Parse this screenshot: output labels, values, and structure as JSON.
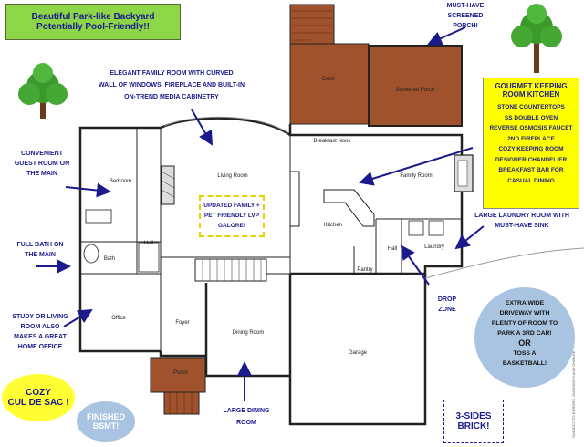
{
  "banner": {
    "line1": "Beautiful Park-like Backyard",
    "line2": "Potentially Pool-Friendly!!",
    "bg": "#8cd647"
  },
  "callouts": {
    "screened_porch_line1": "MUST-HAVE",
    "screened_porch_line2": "SCREENED",
    "screened_porch_line3": "PORCH!",
    "family_room_line1": "ELEGANT FAMILY ROOM WITH CURVED",
    "family_room_line2": "WALL OF WINDOWS, FIREPLACE AND BUILT-IN",
    "family_room_line3": "ON-TREND MEDIA CABINETRY",
    "guest_line1": "CONVENIENT",
    "guest_line2": "GUEST ROOM ON",
    "guest_line3": "THE MAIN",
    "bath_line1": "FULL BATH ON",
    "bath_line2": "THE MAIN",
    "study_line1": "STUDY OR LIVING",
    "study_line2": "ROOM ALSO",
    "study_line3": "MAKES A GREAT",
    "study_line4": "HOME OFFICE",
    "laundry_line1": "LARGE LAUNDRY ROOM WITH",
    "laundry_line2": "MUST-HAVE SINK",
    "drop_zone_line1": "DROP",
    "drop_zone_line2": "ZONE",
    "dining_line1": "LARGE DINING",
    "dining_line2": "ROOM"
  },
  "kitchen_box": {
    "title1": "GOURMET KEEPING",
    "title2": "ROOM KITCHEN",
    "features": [
      "STONE COUNTERTOPS",
      "SS DOUBLE OVEN",
      "REVERSE OSMOSIS FAUCET",
      "2ND FIREPLACE",
      "COZY KEEPING ROOM",
      "DESIGNER CHANDELIER",
      "BREAKFAST BAR FOR",
      "CASUAL DINING"
    ],
    "bg": "#ffff00"
  },
  "lvp_note": {
    "line1": "UPDATED FAMILY +",
    "line2": "PET FRIENDLY LVP",
    "line3": "GALORE!"
  },
  "driveway_circle": {
    "line1": "EXTRA WIDE",
    "line2": "DRIVEWAY WITH",
    "line3": "PLENTY OF ROOM TO",
    "line4": "PARK A 3RD CAR!",
    "line5": "OR",
    "line6": "TOSS A",
    "line7": "BASKETBALL!",
    "bg": "#a9c4e0"
  },
  "cul_de_sac": {
    "line1": "COZY",
    "line2": "CUL DE SAC !",
    "bg": "#ffff33"
  },
  "bsmt": {
    "line1": "FINISHED",
    "line2": "BSMT!",
    "bg": "#a9c4e0"
  },
  "brick": {
    "line1": "3-SIDES",
    "line2": "BRICK!"
  },
  "disclaimer": "SUBJECT TO ERRORS, OMISSIONS AND CHANGE",
  "rooms": {
    "deck": "Deck",
    "screened_porch": "Screened Porch",
    "breakfast_nook": "Breakfast Nook",
    "bedroom": "Bedroom",
    "living_room": "Living Room",
    "family_room": "Family Room",
    "kitchen": "Kitchen",
    "hall_left": "Hall",
    "bath": "Bath",
    "hall_right": "Hall",
    "laundry": "Laundry",
    "pantry": "Pantry",
    "office": "Office",
    "foyer": "Foyer",
    "dining_room": "Dining Room",
    "garage": "Garage",
    "porch": "Porch"
  },
  "colors": {
    "deck_brown": "#a0522d",
    "arrow_navy": "#1a1a8c",
    "tree_green": "#3c9a2c"
  }
}
